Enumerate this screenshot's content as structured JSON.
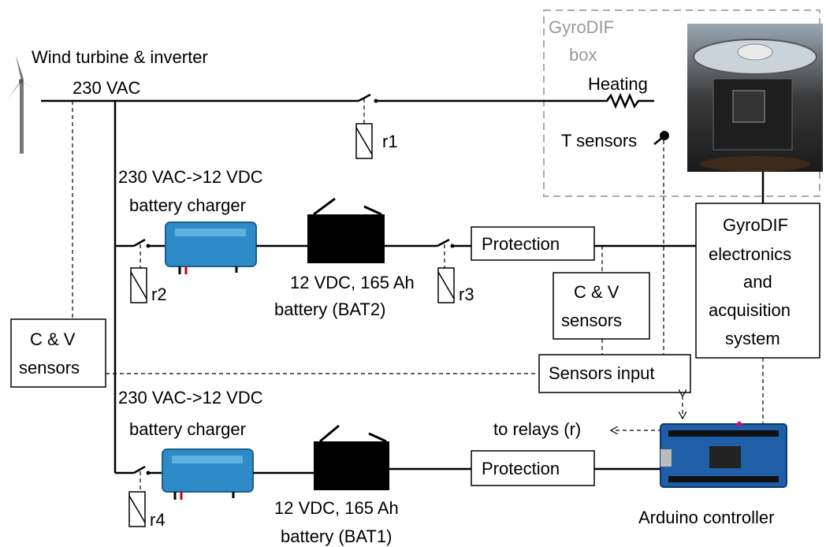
{
  "wind": {
    "label": "Wind turbine & inverter",
    "voltage": "230 VAC"
  },
  "gyrodif_box": {
    "line1": "GyroDIF",
    "line2": "box",
    "heating": "Heating",
    "t_sensors": "T sensors"
  },
  "relays": {
    "r1": "r1",
    "r2": "r2",
    "r3": "r3",
    "r4": "r4"
  },
  "charger": {
    "line1": "230 VAC->12 VDC",
    "line2": "battery charger"
  },
  "bat2": {
    "line1": "12 VDC, 165 Ah",
    "line2": "battery (BAT2)"
  },
  "bat1": {
    "line1": "12 VDC, 165 Ah",
    "line2": "battery (BAT1)"
  },
  "protection": "Protection",
  "cv_sensors": {
    "line1": "C & V",
    "line2": "sensors"
  },
  "gyrodif_electronics": {
    "line1": "GyroDIF",
    "line2": "electronics",
    "line3": "and",
    "line4": "acquisition",
    "line5": "system"
  },
  "sensors_input": "Sensors input",
  "to_relays": "to relays (r)",
  "arduino": "Arduino controller",
  "colors": {
    "charger_blue": "#2e8bc8",
    "arduino_blue": "#1f5fa8",
    "box_dash": "#aaaaaa"
  }
}
